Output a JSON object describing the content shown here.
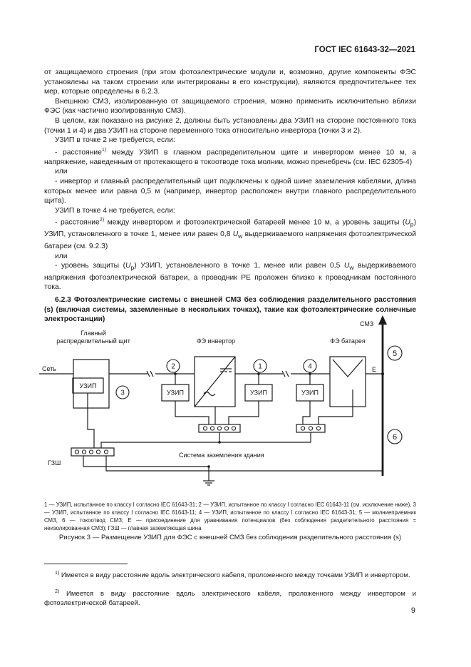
{
  "header": {
    "doc_id": "ГОСТ IEC 61643-32—2021"
  },
  "body": {
    "p1": "от защищаемого строения (при этом фотоэлектрические модули и, возможно, другие компоненты ФЭС установлены на таком строении или интегрированы в его конструкции), являются предпочтительнее тех мер, которые определены в 6.2.3.",
    "p2": "Внешнюю СМЗ, изолированную от защищаемого строения, можно применить исключительно вблизи ФЭС (как частично изолированную СМЗ).",
    "p3": "В целом, как показано на рисунке 2, должны быть установлены два УЗИП на стороне постоянного тока (точки 1 и 4) и два УЗИП на стороне переменного тока относительно инвертора (точки 3 и 2).",
    "p4": "УЗИП в точке 2 не требуется, если:",
    "p5a": "- расстояние",
    "p5sup": "1)",
    "p5b": " между УЗИП в главном распределительном щите и инвертором менее 10 м, а напряжение, наведенным от протекающего в токоотводе тока молнии, можно пренебречь (см. IEC 62305-4)",
    "or1": "или",
    "p6": "- инвертор и главный распределительный щит подключены к одной шине заземления кабелями, длина которых менее или равна 0,5 м (например, инвертор расположен внутри главного распределительного щита).",
    "p7": "УЗИП в точке 4 не требуется, если:",
    "p8a": "- расстояние",
    "p8sup": "2)",
    "p8b": " между инвертором и фотоэлектрической батареей менее 10 м, а уровень защиты (",
    "p8u": "U",
    "p8sub": "p",
    "p8c": ") УЗИП, установленного в точке 1, менее или равен 0,8 ",
    "p8u2": "U",
    "p8sub2": "w",
    "p8d": " выдерживаемого напряжения фотоэлектрической батареи (см. 9.2.3)",
    "or2": "или",
    "p9a": "- уровень защиты (",
    "p9u": "U",
    "p9sub": "p",
    "p9b": ") УЗИП, установленного в точке 1, менее или равен 0,5 ",
    "p9u2": "U",
    "p9sub2": "w",
    "p9c": " выдерживаемого напряжения фотоэлектрической батареи, а проводник PE проложен близко к проводникам постоянного тока.",
    "heading": "6.2.3 Фотоэлектрические системы с внешней СМЗ без соблюдения разделительного расстояния (s) (включая системы, заземленные в нескольких точках), такие как фотоэлектрические солнечные электростанции)"
  },
  "diagram": {
    "smz": "СМЗ",
    "main_board_1": "Главный",
    "main_board_2": "распределительный щит",
    "inverter": "ФЭ инвертор",
    "pv_array": "ФЭ батарея",
    "grid": "Сеть",
    "uzip": "УЗИП",
    "e": "E",
    "gzsh": "ГЗШ",
    "earthing": "Система заземления здания",
    "n1": "1",
    "n2": "2",
    "n3": "3",
    "n4": "4",
    "n5": "5",
    "n6": "6"
  },
  "notes": "1 — УЗИП, испытанное по классу I согласно IEC 61643-31; 2 — УЗИП, испытанное по классу I согласно IEC 61643-11 (см. исключение ниже), 3 — УЗИП, испытанное по классу I согласно IEC 61643-11; 4 — УЗИП, испытанное по классу I согласно IEC 61643-31; 5 — молниеприемник СМЗ, 6 — токоотвод СМЗ; E — присоединение для уравнивания потенциалов (без соблюдения разделительного расстояния = неизолированная СМЗ); ГЗШ — главная заземляющая шина",
  "caption": "Рисунок 3 — Размещение УЗИП для ФЭС с внешней СМЗ без соблюдения разделительного расстояния (s)",
  "footnotes": {
    "f1sup": "1)",
    "f1": " Имеется в виду расстояние вдоль электрического кабеля, проложенного между точками УЗИП и инвертором.",
    "f2sup": "2)",
    "f2": " Имеется в виду расстояние вдоль электрического кабеля, проложенного между инвертором и фотоэлектрической батареей."
  },
  "page_number": "9"
}
